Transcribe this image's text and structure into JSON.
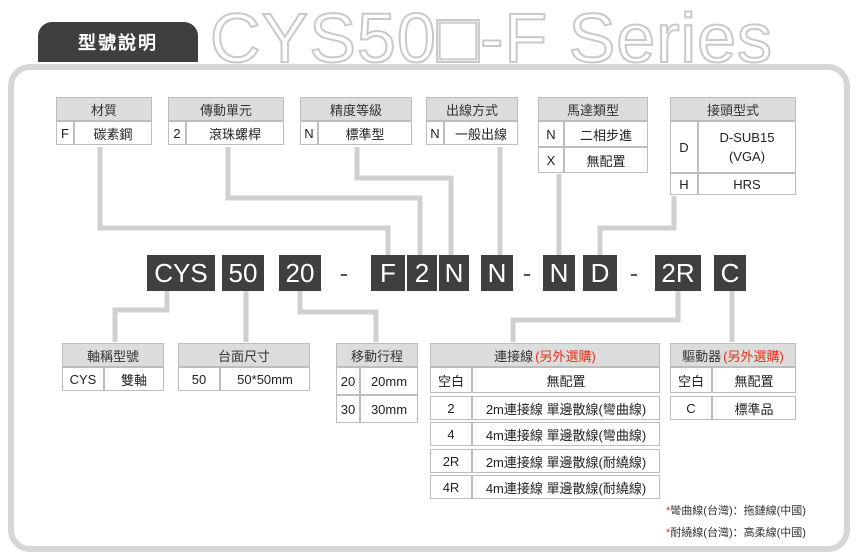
{
  "title_tab": "型號說明",
  "watermark": "CYS50□-F Series",
  "top_groups": {
    "material": {
      "header": "材質",
      "rows": [
        [
          "F",
          "碳素鋼"
        ]
      ]
    },
    "transmission": {
      "header": "傳動單元",
      "rows": [
        [
          "2",
          "滾珠螺桿"
        ]
      ]
    },
    "precision": {
      "header": "精度等級",
      "rows": [
        [
          "N",
          "標準型"
        ]
      ]
    },
    "outlet": {
      "header": "出線方式",
      "rows": [
        [
          "N",
          "一般出線"
        ]
      ]
    },
    "motor": {
      "header": "馬達類型",
      "rows": [
        [
          "N",
          "二相步進"
        ],
        [
          "X",
          "無配置"
        ]
      ]
    },
    "connector": {
      "header": "接頭型式",
      "rows": [
        [
          "D",
          "D-SUB15",
          "(VGA)"
        ],
        [
          "H",
          "HRS"
        ]
      ]
    }
  },
  "code": {
    "parts": [
      "CYS",
      "50",
      "20",
      "-",
      "F",
      "2",
      "N",
      "N",
      "-",
      "N",
      "D",
      "-",
      "2R",
      "C"
    ]
  },
  "bottom_groups": {
    "axis": {
      "header": "軸稱型號",
      "rows": [
        [
          "CYS",
          "雙軸"
        ]
      ]
    },
    "table_size": {
      "header": "台面尺寸",
      "rows": [
        [
          "50",
          "50*50mm"
        ]
      ]
    },
    "stroke": {
      "header": "移動行程",
      "rows": [
        [
          "20",
          "20mm"
        ],
        [
          "30",
          "30mm"
        ]
      ]
    },
    "cable": {
      "header": "連接線",
      "header_note": "(另外選購)",
      "rows": [
        [
          "空白",
          "無配置"
        ],
        [
          "2",
          "2m連接線 單邊散線(彎曲線)"
        ],
        [
          "4",
          "4m連接線 單邊散線(彎曲線)"
        ],
        [
          "2R",
          "2m連接線 單邊散線(耐繞線)"
        ],
        [
          "4R",
          "4m連接線 單邊散線(耐繞線)"
        ]
      ]
    },
    "driver": {
      "header": "驅動器",
      "header_note": "(另外選購)",
      "rows": [
        [
          "空白",
          "無配置"
        ],
        [
          "C",
          "標準品"
        ]
      ]
    }
  },
  "notes": {
    "asterisk": "*",
    "line1": "彎曲線(台灣)：拖鏈線(中國)",
    "line2": "耐繞線(台灣)：高柔線(中國)"
  },
  "colors": {
    "dark": "#3f3f3f",
    "accent_red": "#e0341d",
    "connector_line": "#d0d0d0",
    "header_grey": "#dcdcdc"
  }
}
